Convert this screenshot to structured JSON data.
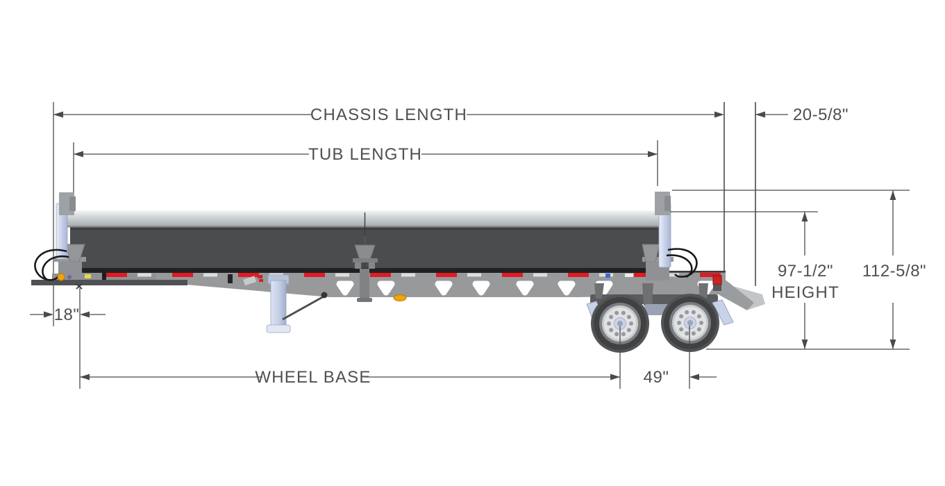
{
  "diagram": {
    "title": "Dump trailer side-view dimension diagram",
    "labels": {
      "chassis_length": "CHASSIS LENGTH",
      "tub_length": "TUB LENGTH",
      "rear_overhang": "20-5/8\"",
      "tub_height_value": "97-1/2\"",
      "tub_height_word": "HEIGHT",
      "overall_height": "112-5/8\"",
      "front_overhang": "18\"",
      "wheel_base": "WHEEL BASE",
      "axle_spacing": "49\""
    },
    "colors": {
      "dimension_line": "#4a4a4a",
      "tub_body": "#4b4c4e",
      "chassis_gray": "#98999b",
      "reflective_tape_red": "#e01b24",
      "cylinder_lavender": "#ccd6ec",
      "marker_amber": "#f0a50a",
      "tail_light_red": "#cc2222"
    }
  }
}
